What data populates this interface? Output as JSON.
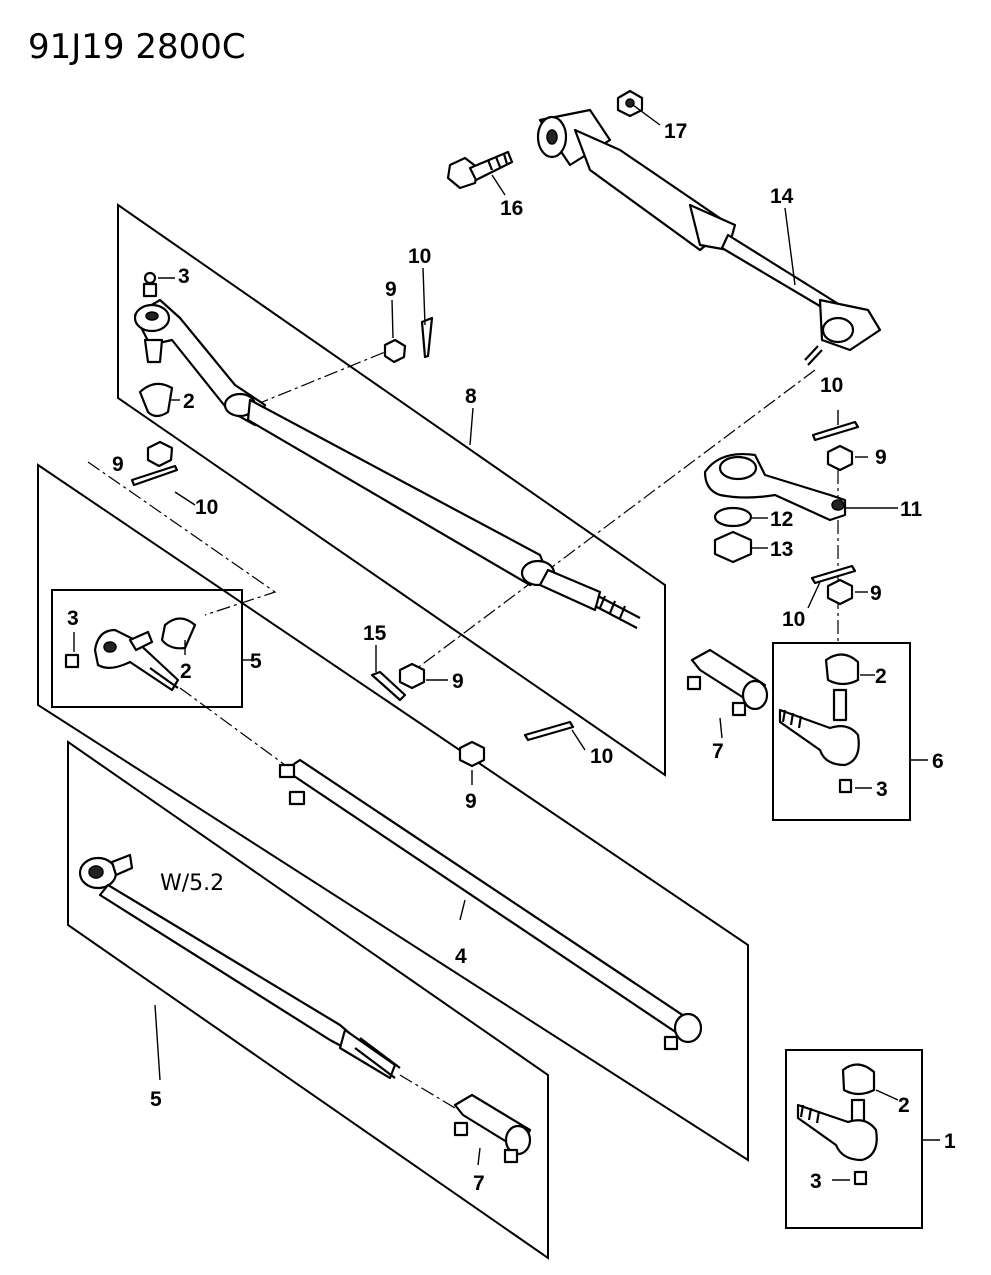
{
  "diagram_code": "91J19  2800C",
  "callouts": [
    "1",
    "2",
    "3",
    "4",
    "5",
    "6",
    "7",
    "8",
    "9",
    "10",
    "11",
    "12",
    "13",
    "14",
    "15",
    "16",
    "17"
  ],
  "note": "W/5.2",
  "colors": {
    "ink": "#000000",
    "paper": "#ffffff"
  }
}
